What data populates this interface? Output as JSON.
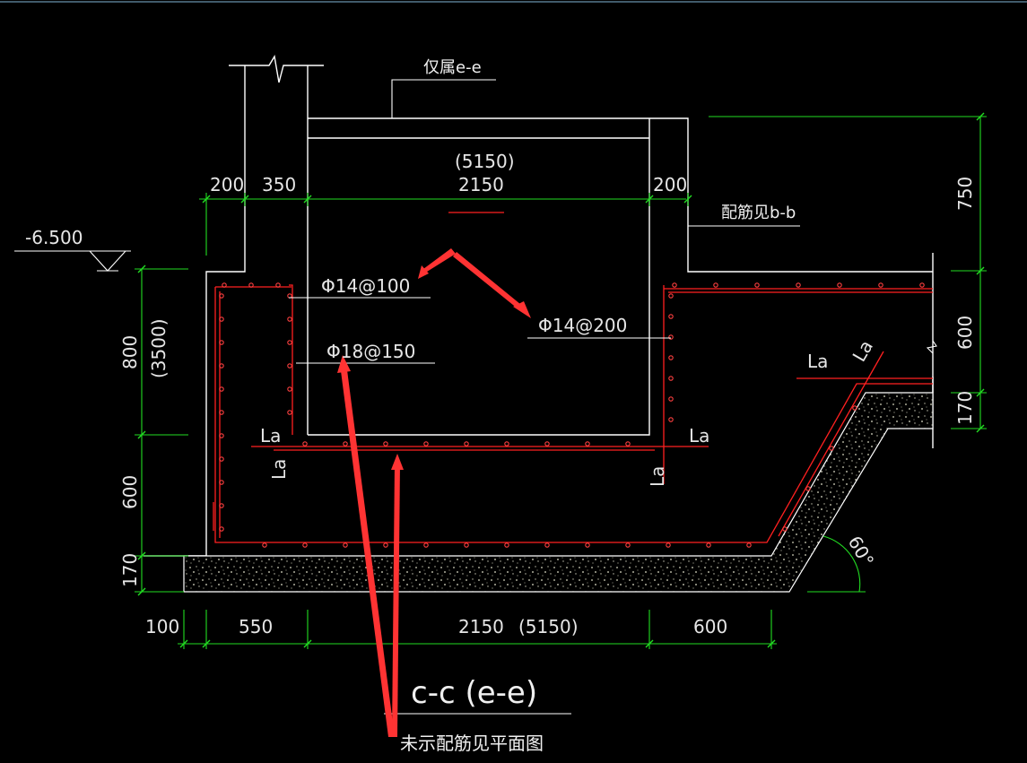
{
  "colors": {
    "background": "#000000",
    "outline": "#ffffff",
    "rebar": "#ff2020",
    "dimension": "#22dd22",
    "annotation_arrow": "#ff3333",
    "concrete": "#c8c8b4",
    "top_border": "#7fb6d6"
  },
  "labels": {
    "only_ee": "仅属e-e",
    "rebar_ref_bb": "配筋见b-b",
    "elevation": "-6.500",
    "bar_14_100": "Φ14@100",
    "bar_14_200": "Φ14@200",
    "bar_18_150": "Φ18@150",
    "la": "La",
    "angle": "60°",
    "section_title": "c-c (e-e)",
    "note": "未示配筋见平面图"
  },
  "dimensions": {
    "top_200_left": "200",
    "top_350": "350",
    "top_5150": "(5150)",
    "top_2150": "2150",
    "top_200_right": "200",
    "left_800": "800",
    "left_3500": "(3500)",
    "left_600": "600",
    "left_170": "170",
    "right_750": "750",
    "right_600": "600",
    "right_170": "170",
    "bottom_100": "100",
    "bottom_550": "550",
    "bottom_2150": "2150",
    "bottom_5150": "(5150)",
    "bottom_600": "600"
  }
}
